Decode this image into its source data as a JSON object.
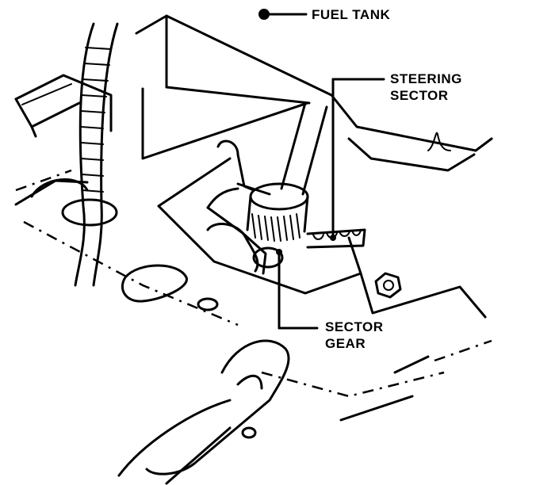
{
  "labels": {
    "fuel_tank": "FUEL TANK",
    "steering_sector_line1": "STEERING",
    "steering_sector_line2": "SECTOR",
    "sector_gear_line1": "SECTOR",
    "sector_gear_line2": "GEAR"
  },
  "colors": {
    "ink": "#000000",
    "paper": "#ffffff"
  }
}
